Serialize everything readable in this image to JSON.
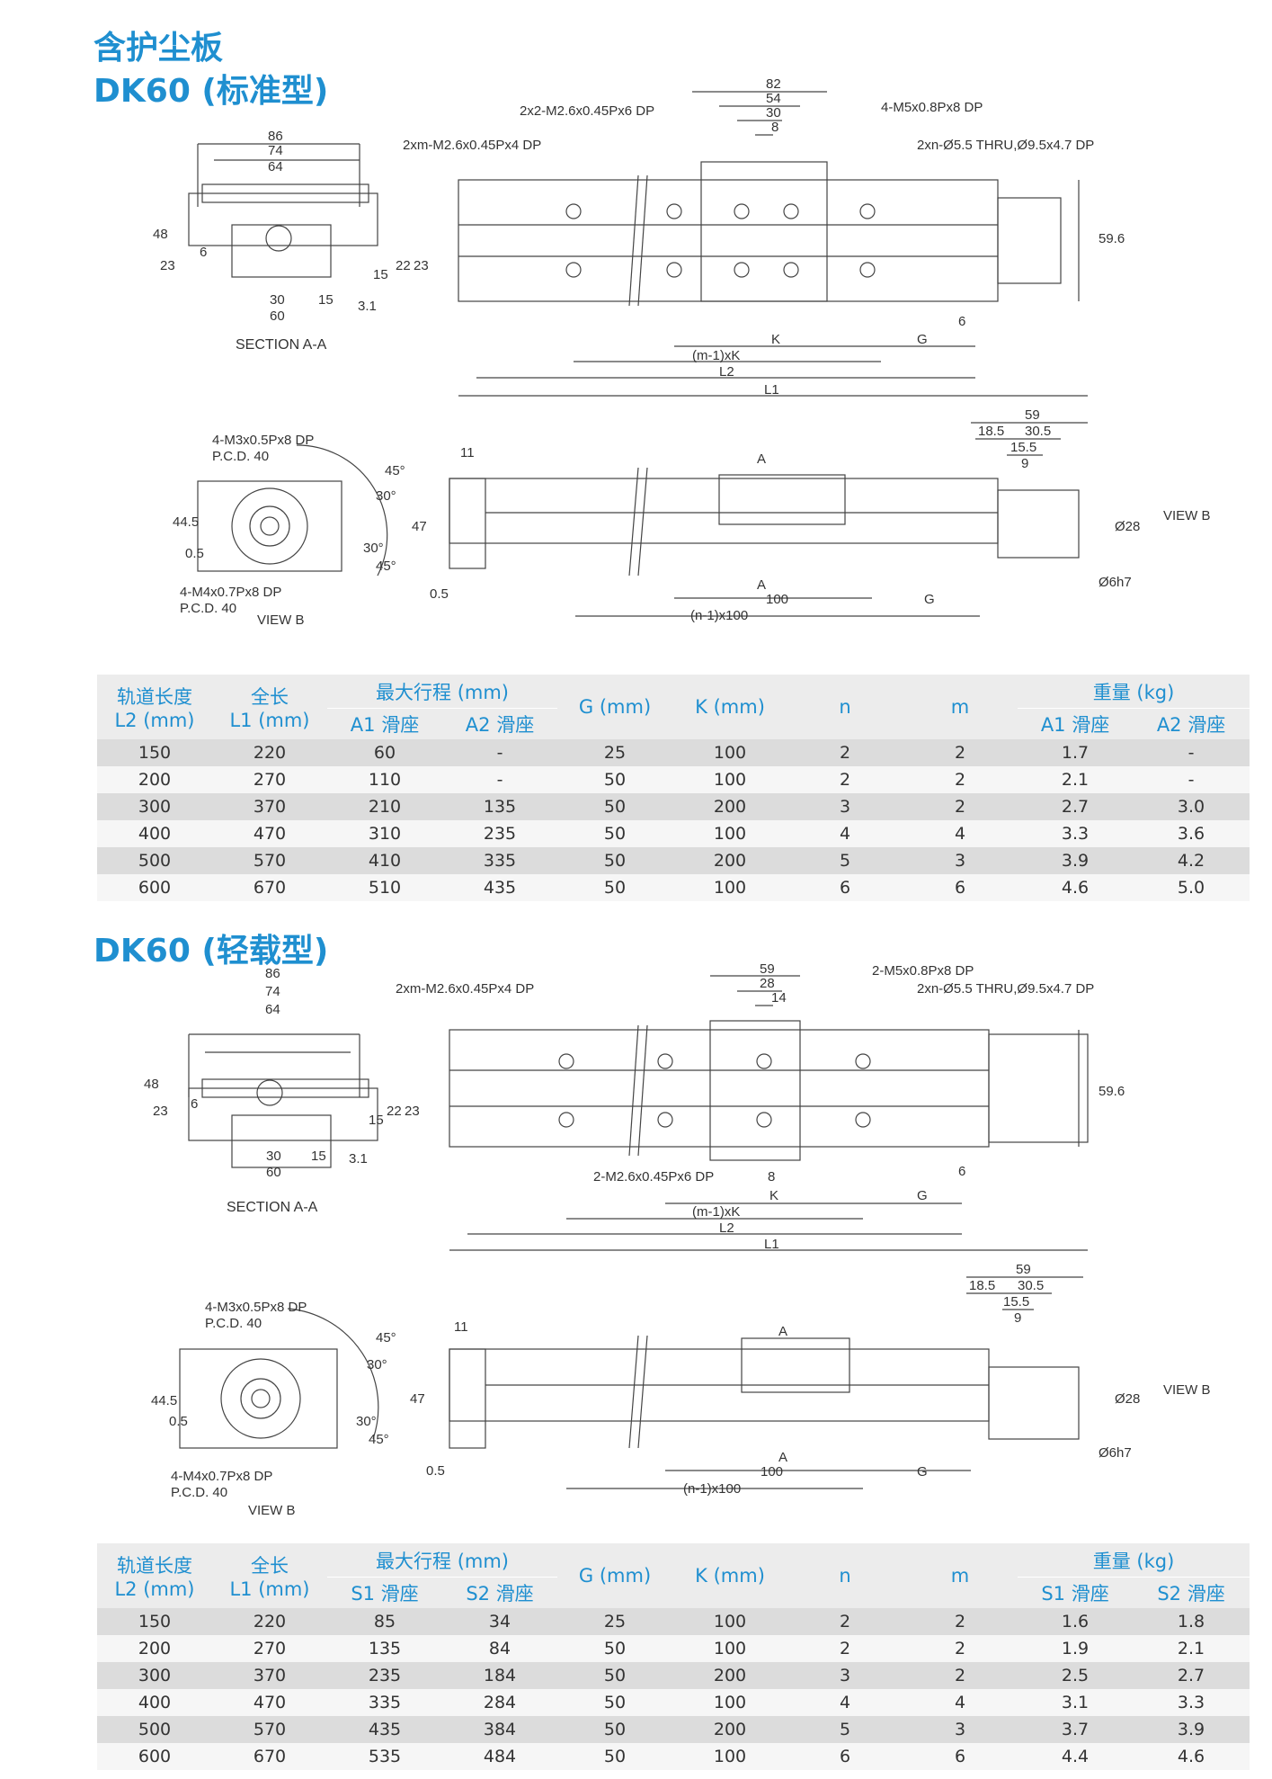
{
  "titles": {
    "main": "含护尘板",
    "standard": "DK60 (标准型)",
    "light": "DK60 (轻载型)"
  },
  "drawing_std": {
    "section_label": "SECTION A-A",
    "view_label": "VIEW B",
    "view_b_ref": "VIEW B",
    "dim_86": "86",
    "dim_74": "74",
    "dim_64": "64",
    "dim_48": "48",
    "dim_23": "23",
    "dim_6": "6",
    "dim_15": "15",
    "dim_22": "22",
    "dim_23b": "23",
    "dim_30": "30",
    "dim_15b": "15",
    "dim_60": "60",
    "dim_31": "3.1",
    "dim_82": "82",
    "dim_54": "54",
    "dim_30t": "30",
    "dim_8": "8",
    "note_2x2": "2x2-M2.6x0.45Px6 DP",
    "note_4m5": "4-M5x0.8Px8 DP",
    "note_xm": "2xm-M2.6x0.45Px4 DP",
    "note_xn": "2xn-Ø5.5 THRU,Ø9.5x4.7 DP",
    "dim_596": "59.6",
    "dim_6r": "6",
    "lbl_K": "K",
    "lbl_G": "G",
    "lbl_m1K": "(m-1)xK",
    "lbl_L2": "L2",
    "lbl_L1": "L1",
    "note_m3": "4-M3x0.5Px8 DP",
    "pcd1": "P.C.D. 40",
    "note_m4": "4-M4x0.7Px8 DP",
    "pcd2": "P.C.D. 40",
    "ang45a": "45°",
    "ang30a": "30°",
    "ang30b": "30°",
    "ang45b": "45°",
    "dim_445": "44.5",
    "dim_05": "0.5",
    "dim_47": "47",
    "dim_05b": "0.5",
    "dim_11": "11",
    "lbl_A1": "A",
    "lbl_A2": "A",
    "dim_100": "100",
    "lbl_n1": "(n-1)x100",
    "lbl_G2": "G",
    "dim_59": "59",
    "dim_185": "18.5",
    "dim_305": "30.5",
    "dim_155": "15.5",
    "dim_9": "9",
    "dim_28": "Ø28",
    "dim_6h7": "Ø6h7"
  },
  "drawing_light": {
    "section_label": "SECTION A-A",
    "view_label": "VIEW B",
    "view_b_ref": "VIEW B",
    "dim_86": "86",
    "dim_74": "74",
    "dim_64": "64",
    "dim_48": "48",
    "dim_23": "23",
    "dim_6": "6",
    "dim_15": "15",
    "dim_22": "22",
    "dim_23b": "23",
    "dim_30": "30",
    "dim_15b": "15",
    "dim_60": "60",
    "dim_31": "3.1",
    "dim_59t": "59",
    "dim_28t": "28",
    "dim_14": "14",
    "note_2m5": "2-M5x0.8Px8 DP",
    "note_xm": "2xm-M2.6x0.45Px4 DP",
    "note_xn": "2xn-Ø5.5 THRU,Ø9.5x4.7 DP",
    "note_2m26": "2-M2.6x0.45Px6 DP",
    "dim_8": "8",
    "dim_596": "59.6",
    "dim_6r": "6",
    "lbl_K": "K",
    "lbl_G": "G",
    "lbl_m1K": "(m-1)xK",
    "lbl_L2": "L2",
    "lbl_L1": "L1",
    "note_m3": "4-M3x0.5Px8 DP",
    "pcd1": "P.C.D. 40",
    "note_m4": "4-M4x0.7Px8 DP",
    "pcd2": "P.C.D. 40",
    "ang45a": "45°",
    "ang30a": "30°",
    "ang30b": "30°",
    "ang45b": "45°",
    "dim_445": "44.5",
    "dim_05": "0.5",
    "dim_47": "47",
    "dim_05b": "0.5",
    "dim_11": "11",
    "lbl_A1": "A",
    "lbl_A2": "A",
    "dim_100": "100",
    "lbl_n1": "(n-1)x100",
    "lbl_G2": "G",
    "dim_59": "59",
    "dim_185": "18.5",
    "dim_305": "30.5",
    "dim_155": "15.5",
    "dim_9": "9",
    "dim_28": "Ø28",
    "dim_6h7": "Ø6h7"
  },
  "table_std": {
    "h_rail": "轨道长度",
    "h_rail_unit": "L2 (mm)",
    "h_len": "全长",
    "h_len_unit": "L1 (mm)",
    "h_stroke": "最大行程 (mm)",
    "h_s1": "A1 滑座",
    "h_s2": "A2 滑座",
    "h_g": "G (mm)",
    "h_k": "K (mm)",
    "h_n": "n",
    "h_m": "m",
    "h_weight": "重量 (kg)",
    "h_w1": "A1 滑座",
    "h_w2": "A2 滑座",
    "rows": [
      [
        "150",
        "220",
        "60",
        "-",
        "25",
        "100",
        "2",
        "2",
        "1.7",
        "-"
      ],
      [
        "200",
        "270",
        "110",
        "-",
        "50",
        "100",
        "2",
        "2",
        "2.1",
        "-"
      ],
      [
        "300",
        "370",
        "210",
        "135",
        "50",
        "200",
        "3",
        "2",
        "2.7",
        "3.0"
      ],
      [
        "400",
        "470",
        "310",
        "235",
        "50",
        "100",
        "4",
        "4",
        "3.3",
        "3.6"
      ],
      [
        "500",
        "570",
        "410",
        "335",
        "50",
        "200",
        "5",
        "3",
        "3.9",
        "4.2"
      ],
      [
        "600",
        "670",
        "510",
        "435",
        "50",
        "100",
        "6",
        "6",
        "4.6",
        "5.0"
      ]
    ]
  },
  "table_light": {
    "h_rail": "轨道长度",
    "h_rail_unit": "L2 (mm)",
    "h_len": "全长",
    "h_len_unit": "L1 (mm)",
    "h_stroke": "最大行程 (mm)",
    "h_s1": "S1 滑座",
    "h_s2": "S2 滑座",
    "h_g": "G (mm)",
    "h_k": "K (mm)",
    "h_n": "n",
    "h_m": "m",
    "h_weight": "重量 (kg)",
    "h_w1": "S1 滑座",
    "h_w2": "S2 滑座",
    "rows": [
      [
        "150",
        "220",
        "85",
        "34",
        "25",
        "100",
        "2",
        "2",
        "1.6",
        "1.8"
      ],
      [
        "200",
        "270",
        "135",
        "84",
        "50",
        "100",
        "2",
        "2",
        "1.9",
        "2.1"
      ],
      [
        "300",
        "370",
        "235",
        "184",
        "50",
        "200",
        "3",
        "2",
        "2.5",
        "2.7"
      ],
      [
        "400",
        "470",
        "335",
        "284",
        "50",
        "100",
        "4",
        "4",
        "3.1",
        "3.3"
      ],
      [
        "500",
        "570",
        "435",
        "384",
        "50",
        "200",
        "5",
        "3",
        "3.7",
        "3.9"
      ],
      [
        "600",
        "670",
        "535",
        "484",
        "50",
        "100",
        "6",
        "6",
        "4.4",
        "4.6"
      ]
    ]
  }
}
